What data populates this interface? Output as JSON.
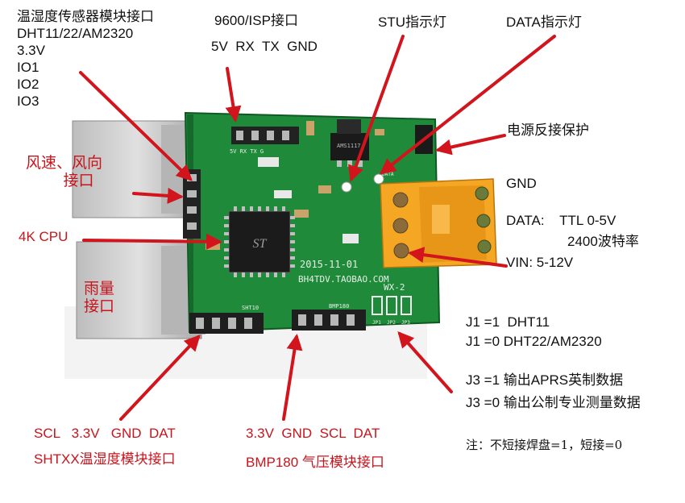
{
  "labels": {
    "sensor_header": [
      "温湿度传感器模块接口",
      "DHT11/22/AM2320",
      "3.3V",
      "IO1",
      "IO2",
      "IO3"
    ],
    "isp_title": "9600/ISP接口",
    "isp_pins": "5V  RX  TX  GND",
    "stu_led": "STU指示灯",
    "data_led": "DATA指示灯",
    "reverse_protect": "电源反接保护",
    "wind_port": [
      "风速、风向",
      "接口"
    ],
    "cpu": "4K CPU",
    "rain_port": [
      "雨量",
      "接口"
    ],
    "gnd": "GND",
    "data_ttl": "DATA:    TTL 0-5V",
    "baud": "2400波特率",
    "vin": "VIN: 5-12V",
    "j1_high": "J1 =1  DHT11",
    "j1_low": "J1 =0 DHT22/AM2320",
    "j3_high": "J3 =1 输出APRS英制数据",
    "j3_low": "J3 =0 输出公制专业测量数据",
    "note": "注：不短接焊盘=1，短接=0",
    "shtxx_pins": "SCL   3.3V   GND  DAT",
    "shtxx_title": "SHTXX温湿度模块接口",
    "bmp_pins": "3.3V  GND  SCL  DAT",
    "bmp_title": "BMP180 气压模块接口"
  },
  "board": {
    "silk_date": "2015-11-01",
    "silk_url": "BH4TDV.TAOBAO.COM",
    "silk_model": "WX-2",
    "chip_mark": "ST",
    "reg_mark": "AMS1117",
    "isp_silk": "5V  RX  TX  G",
    "sht_silk": "SHT10",
    "bmp_silk": "BMP180",
    "jp_silk": [
      "JP1",
      "JP2",
      "JP3"
    ],
    "data_silk": "DATA"
  },
  "colors": {
    "pcb": "#1f8a3a",
    "pcb_dark": "#14692b",
    "arrow": "#d2141c",
    "terminal": "#f5a623",
    "rj_housing": "#c9c9c9",
    "label_red": "#c8141c"
  }
}
